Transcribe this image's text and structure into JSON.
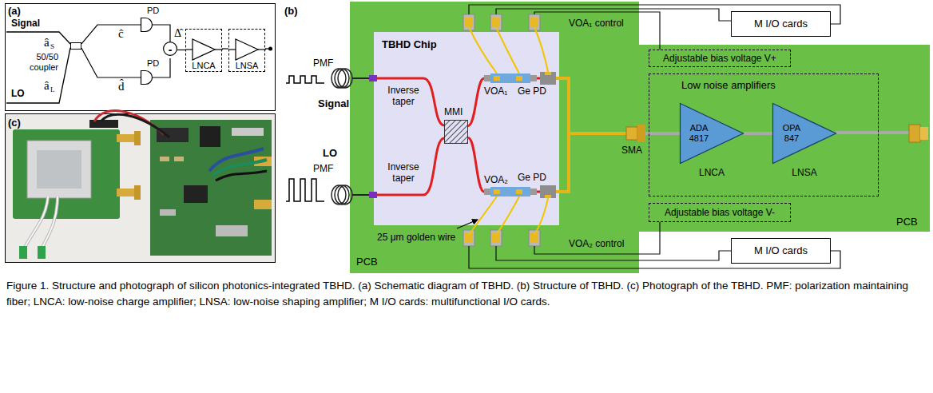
{
  "diagram": {
    "caption": "Figure 1. Structure and photograph of silicon photonics-integrated TBHD. (a) Schematic diagram of TBHD. (b) Structure of TBHD. (c) Photograph of the TBHD. PMF: polarization maintaining fiber; LNCA: low-noise charge amplifier; LNSA: low-noise shaping amplifier; M I/O cards: multifunctional I/O cards.",
    "nodes": [
      {
        "text": [
          "50/50 coupler"
        ]
      },
      {
        "text": [
          "PD"
        ]
      },
      {
        "text": [
          "PD"
        ]
      },
      {
        "text": [
          "-"
        ]
      },
      {
        "text": [
          "LNCA"
        ]
      },
      {
        "text": [
          "LNSA"
        ]
      },
      {
        "text": [
          "PCB"
        ]
      },
      {
        "text": [
          "TBHD Chip"
        ],
        "in": 6
      },
      {
        "text": [
          "MMI"
        ],
        "in": 7
      },
      {
        "text": [
          "VOA₁"
        ],
        "in": 7
      },
      {
        "text": [
          "Ge PD"
        ],
        "in": 7
      },
      {
        "text": [
          "VOA₂"
        ],
        "in": 7
      },
      {
        "text": [
          "Ge PD"
        ],
        "in": 7
      },
      {
        "text": [
          "M I/O cards"
        ]
      },
      {
        "text": [
          "PCB"
        ]
      },
      {
        "text": [
          "Adjustable bias voltage V+"
        ],
        "in": 14
      },
      {
        "text": [
          "Low noise amplifiers"
        ],
        "in": 14
      },
      {
        "text": [
          "ADA 4817",
          "LNCA"
        ],
        "in": 16
      },
      {
        "text": [
          "OPA 847",
          "LNSA"
        ],
        "in": 16
      },
      {
        "text": [
          "Adjustable bias voltage V-"
        ],
        "in": 14
      },
      {
        "text": [
          "SMA"
        ]
      },
      {
        "text": [
          "M I/O cards"
        ]
      }
    ],
    "edges": [
      {
        "from": 0,
        "to": 1,
        "arrow": "none"
      },
      {
        "from": 0,
        "to": 2,
        "arrow": "none"
      },
      {
        "from": 1,
        "to": 3,
        "arrow": "none"
      },
      {
        "from": 2,
        "to": 3,
        "arrow": "none"
      },
      {
        "from": 3,
        "to": 4,
        "arrow": "none"
      },
      {
        "from": 4,
        "to": 5,
        "arrow": "none"
      },
      {
        "from": 8,
        "to": 9,
        "arrow": "none"
      },
      {
        "from": 8,
        "to": 11,
        "arrow": "none"
      },
      {
        "from": 9,
        "to": 10,
        "arrow": "none"
      },
      {
        "from": 11,
        "to": 12,
        "arrow": "none"
      },
      {
        "from": 10,
        "to": 20,
        "arrow": "none"
      },
      {
        "from": 12,
        "to": 20,
        "arrow": "none"
      },
      {
        "from": 20,
        "to": 17,
        "arrow": "none"
      },
      {
        "from": 17,
        "to": 18,
        "arrow": "none"
      }
    ],
    "labels": [
      "(a)",
      "Signal",
      "LO",
      "â",
      "S",
      "â",
      "L",
      "ĉ",
      "d̂",
      "Δ̂",
      "(c)",
      "(b)",
      "PMF",
      "Signal",
      "PMF",
      "LO",
      "Inverse taper",
      "Inverse taper",
      "25 μm golden wire",
      "VOA₁ control",
      "VOA₂ control"
    ]
  }
}
